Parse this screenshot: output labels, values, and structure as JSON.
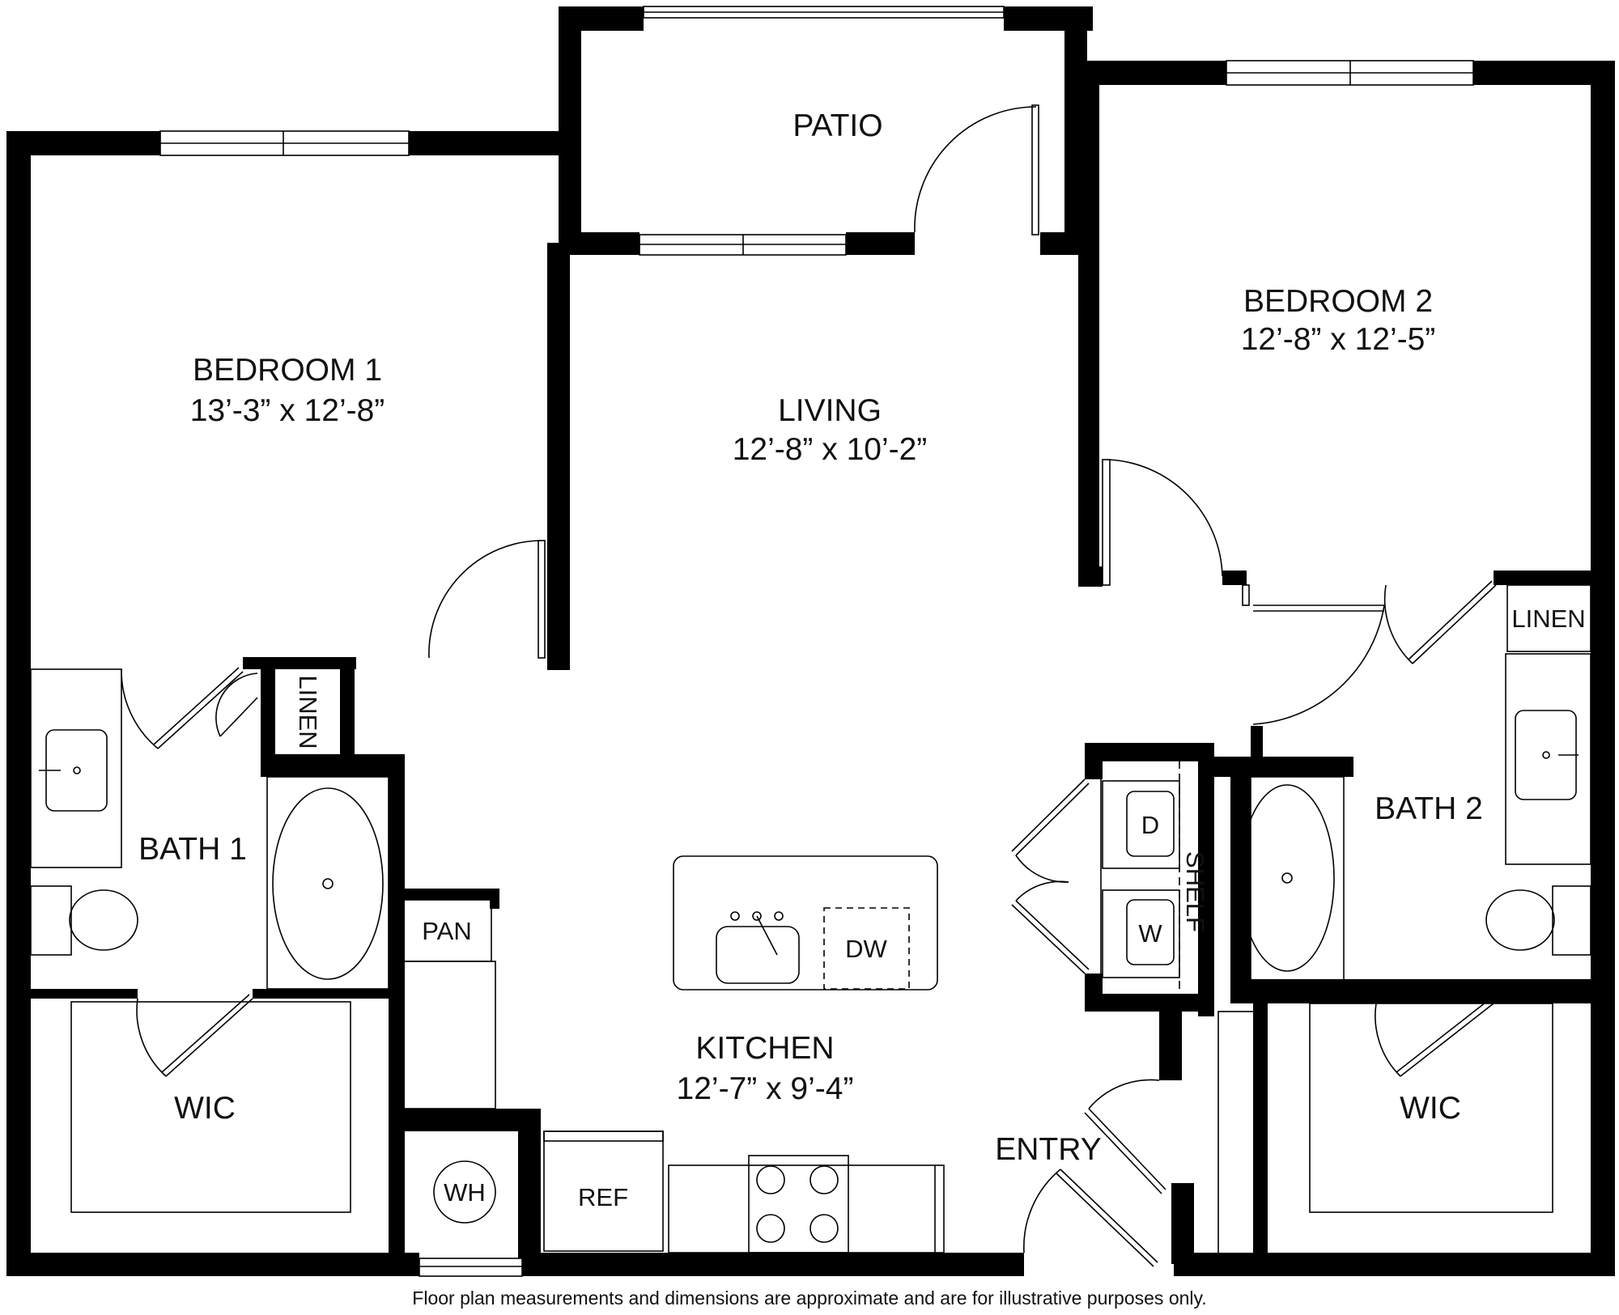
{
  "rooms": {
    "patio": {
      "name": "PATIO"
    },
    "bedroom1": {
      "name": "BEDROOM 1",
      "size": "13’-3” x 12’-8”"
    },
    "living": {
      "name": "LIVING",
      "size": "12’-8” x 10’-2”"
    },
    "bedroom2": {
      "name": "BEDROOM 2",
      "size": "12’-8” x 12’-5”"
    },
    "kitchen": {
      "name": "KITCHEN",
      "size": "12’-7” x 9’-4”"
    },
    "bath1": {
      "name": "BATH 1"
    },
    "bath2": {
      "name": "BATH 2"
    },
    "wic1": {
      "name": "WIC"
    },
    "wic2": {
      "name": "WIC"
    },
    "entry": {
      "name": "ENTRY"
    }
  },
  "fixtures": {
    "linen1": "LINEN",
    "linen2": "LINEN",
    "pantry": "PAN",
    "dishwasher": "DW",
    "dryer": "D",
    "washer": "W",
    "shelf": "SHELF",
    "refrigerator": "REF",
    "water_heater": "WH"
  },
  "footer": {
    "disclaimer": "Floor plan measurements and dimensions are approximate and are for illustrative purposes only."
  }
}
